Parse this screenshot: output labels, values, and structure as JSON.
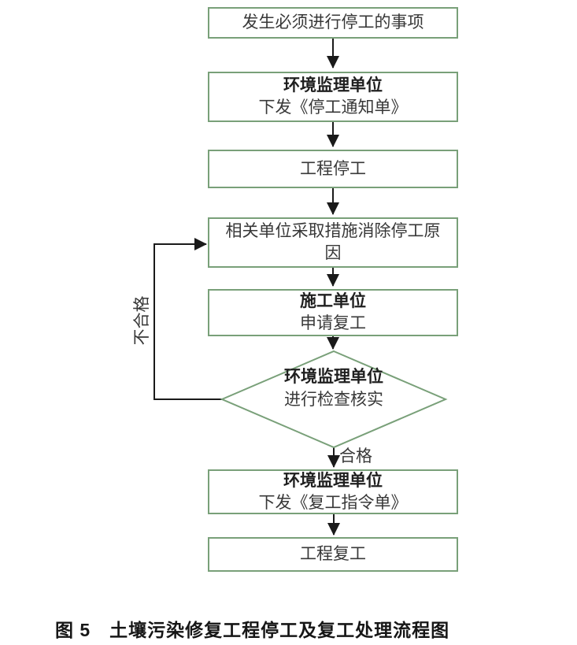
{
  "figure": {
    "caption": "图 5　土壤污染修复工程停工及复工处理流程图"
  },
  "flowchart": {
    "nodes": {
      "event": {
        "line1": "发生必须进行停工的事项"
      },
      "stop_notice": {
        "line1": "环境监理单位",
        "line2": "下发《停工通知单》"
      },
      "stop": {
        "line1": "工程停工"
      },
      "resolve": {
        "line1": "相关单位采取措施消除停工原因"
      },
      "apply_resume": {
        "line1": "施工单位",
        "line2": "申请复工"
      },
      "check": {
        "line1": "环境监理单位",
        "line2": "进行检查核实"
      },
      "resume_order": {
        "line1": "环境监理单位",
        "line2": "下发《复工指令单》"
      },
      "resume": {
        "line1": "工程复工"
      }
    },
    "edge_labels": {
      "pass": "合格",
      "fail": "不合格"
    },
    "colors": {
      "shape_border": "#79a079",
      "connector": "#1a1a1a",
      "text": "#383838",
      "bold_text": "#1f1f1f"
    }
  }
}
